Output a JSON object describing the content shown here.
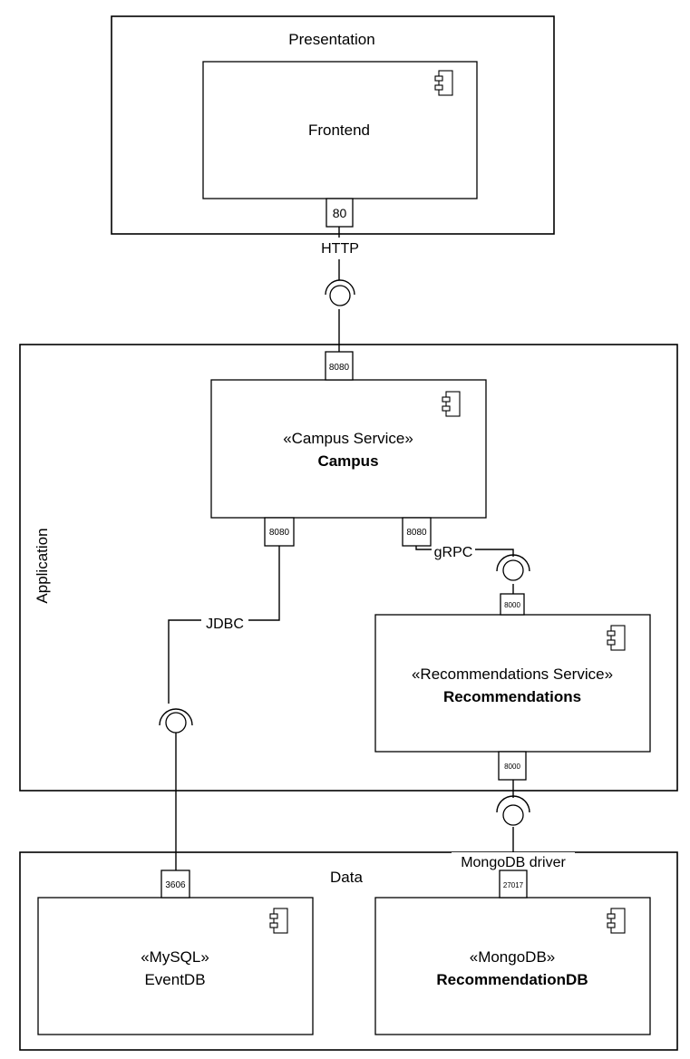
{
  "layers": {
    "presentation": "Presentation",
    "application": "Application",
    "data": "Data"
  },
  "components": {
    "frontend": {
      "name": "Frontend"
    },
    "campus": {
      "stereotype": "«Campus Service»",
      "name": "Campus"
    },
    "recommendations": {
      "stereotype": "«Recommendations Service»",
      "name": "Recommendations"
    },
    "eventdb": {
      "stereotype": "«MySQL»",
      "name": "EventDB"
    },
    "recommendationdb": {
      "stereotype": "«MongoDB»",
      "name": "RecommendationDB"
    }
  },
  "ports": {
    "frontend_out": "80",
    "campus_in": "8080",
    "campus_jdbc": "8080",
    "campus_grpc": "8080",
    "recommendations_in": "8000",
    "recommendations_out": "8000",
    "eventdb_in": "3606",
    "recommendationdb_in": "27017"
  },
  "connectors": {
    "http": "HTTP",
    "jdbc": "JDBC",
    "grpc": "gRPC",
    "mongodb": "MongoDB driver"
  },
  "icons": [
    "component-icon"
  ]
}
